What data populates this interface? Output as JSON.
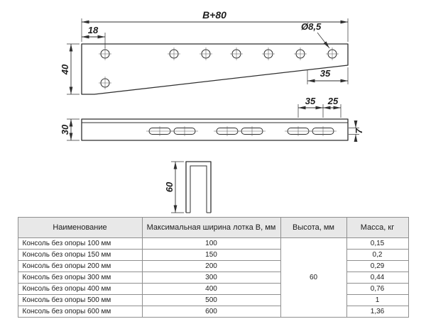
{
  "drawing": {
    "top_view": {
      "dim_total_width": "В+80",
      "dim_edge_offset": "18",
      "dim_hole_diameter": "Ø8,5",
      "dim_plate_height": "40",
      "dim_hole_to_edge": "35"
    },
    "side_view": {
      "dim_slot_pitch": "35",
      "dim_slot_gap": "25",
      "dim_bar_height": "30",
      "dim_slot_height": "7"
    },
    "section_view": {
      "dim_channel_height": "60"
    }
  },
  "table": {
    "headers": [
      "Наименование",
      "Максимальная ширина лотка В, мм",
      "Высота, мм",
      "Масса, кг"
    ],
    "height_value": "60",
    "rows": [
      {
        "name": "Консоль без опоры 100 мм",
        "width": "100",
        "mass": "0,15"
      },
      {
        "name": "Консоль без опоры 150 мм",
        "width": "150",
        "mass": "0,2"
      },
      {
        "name": "Консоль без опоры 200 мм",
        "width": "200",
        "mass": "0,29"
      },
      {
        "name": "Консоль без опоры 300 мм",
        "width": "300",
        "mass": "0,44"
      },
      {
        "name": "Консоль без опоры 400 мм",
        "width": "400",
        "mass": "0,76"
      },
      {
        "name": "Консоль без опоры 500 мм",
        "width": "500",
        "mass": "1"
      },
      {
        "name": "Консоль без опоры 600 мм",
        "width": "600",
        "mass": "1,36"
      }
    ]
  },
  "colors": {
    "line": "#2f2f2f",
    "table_border": "#8f8f8f",
    "header_bg": "#e8e8e8"
  }
}
